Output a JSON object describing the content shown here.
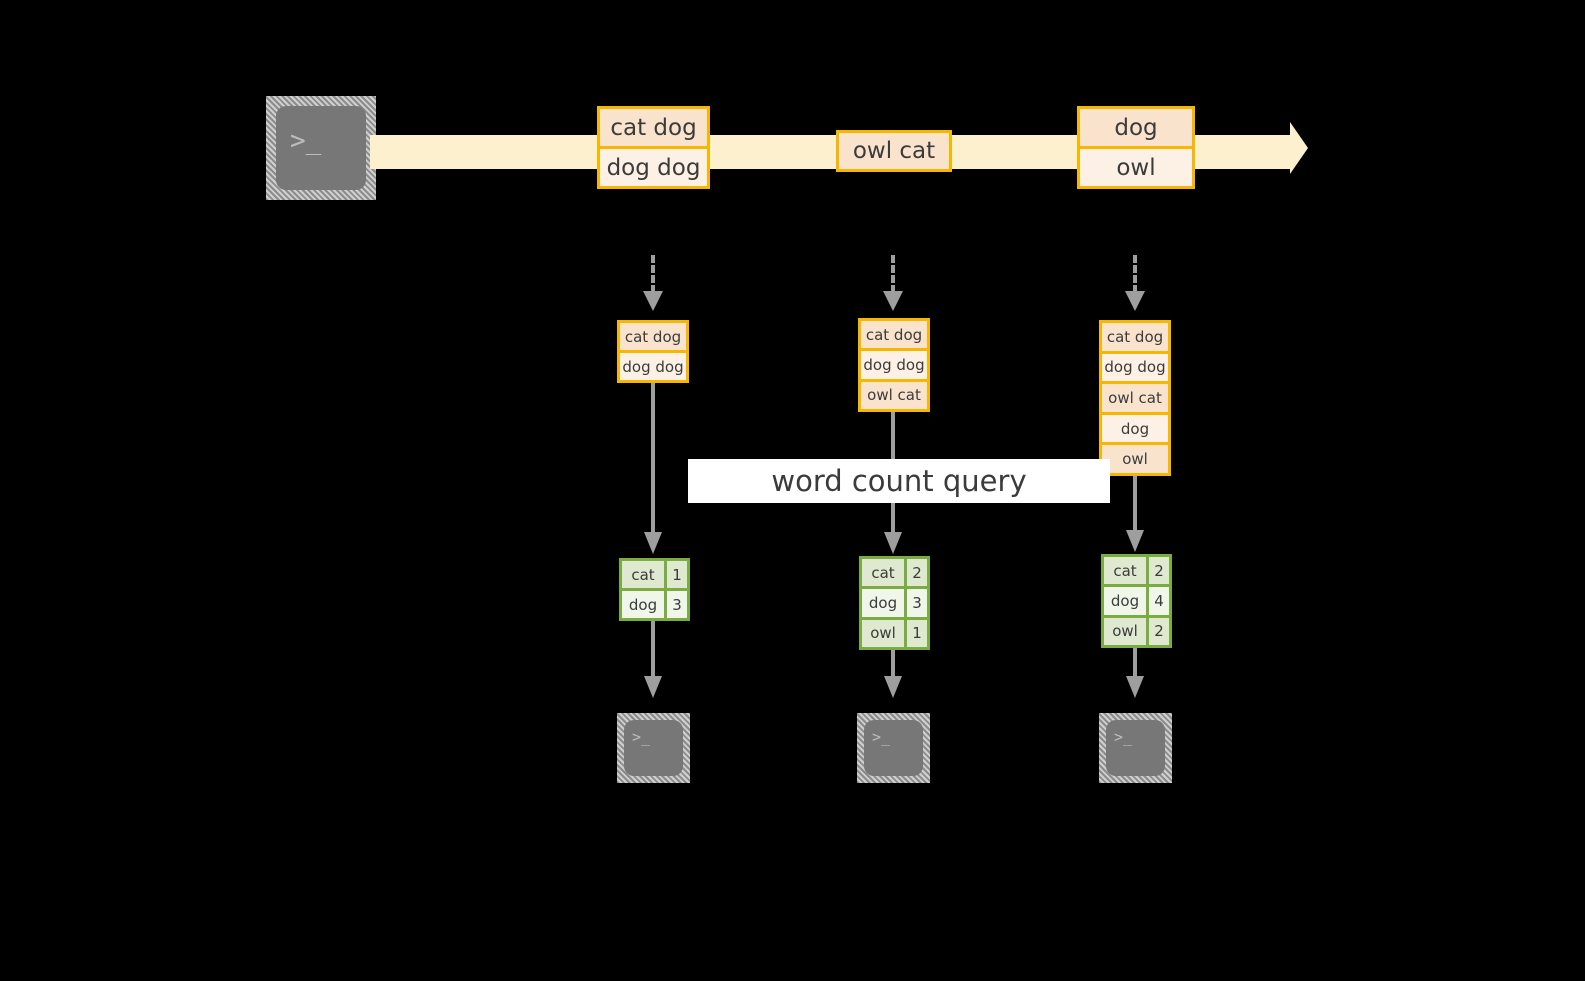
{
  "diagram": {
    "source_terminal": {
      "icon": "terminal-icon",
      "prompt": ">_"
    },
    "stream": {
      "icon": "stream-arrow-icon",
      "events": [
        {
          "lines": [
            "cat dog",
            "dog dog"
          ]
        },
        {
          "lines": [
            "owl cat"
          ]
        },
        {
          "lines": [
            "dog",
            "owl"
          ]
        }
      ]
    },
    "banner": {
      "label": "word count query"
    },
    "columns": [
      {
        "name": "snapshot-1",
        "ingest_icon": "dashed-arrow-down-icon",
        "state_rows": [
          "cat dog",
          "dog dog"
        ],
        "query_arrow_icon": "arrow-down-icon",
        "result": {
          "rows": [
            {
              "word": "cat",
              "count": "1"
            },
            {
              "word": "dog",
              "count": "3"
            }
          ]
        },
        "sink_arrow_icon": "arrow-down-icon",
        "sink_terminal": {
          "icon": "terminal-icon",
          "prompt": ">_"
        }
      },
      {
        "name": "snapshot-2",
        "ingest_icon": "dashed-arrow-down-icon",
        "state_rows": [
          "cat dog",
          "dog dog",
          "owl cat"
        ],
        "query_arrow_icon": "arrow-down-icon",
        "result": {
          "rows": [
            {
              "word": "cat",
              "count": "2"
            },
            {
              "word": "dog",
              "count": "3"
            },
            {
              "word": "owl",
              "count": "1"
            }
          ]
        },
        "sink_arrow_icon": "arrow-down-icon",
        "sink_terminal": {
          "icon": "terminal-icon",
          "prompt": ">_"
        }
      },
      {
        "name": "snapshot-3",
        "ingest_icon": "dashed-arrow-down-icon",
        "state_rows": [
          "cat dog",
          "dog dog",
          "owl cat",
          "dog",
          "owl"
        ],
        "query_arrow_icon": "arrow-down-icon",
        "result": {
          "rows": [
            {
              "word": "cat",
              "count": "2"
            },
            {
              "word": "dog",
              "count": "4"
            },
            {
              "word": "owl",
              "count": "2"
            }
          ]
        },
        "sink_arrow_icon": "arrow-down-icon",
        "sink_terminal": {
          "icon": "terminal-icon",
          "prompt": ">_"
        }
      }
    ],
    "colors": {
      "background": "#000000",
      "event_border": "#f5b700",
      "event_fill_dark": "#fae3cd",
      "event_fill_light": "#fdf1e6",
      "stream_fill": "#fdf0cf",
      "result_border": "#7aac42",
      "result_fill_dark": "#dfe9cf",
      "result_fill_light": "#f1f6ea",
      "connector": "#9e9e9e",
      "banner_fill": "#ffffff",
      "text": "#3b3b3b",
      "terminal_fill": "#777777"
    }
  }
}
